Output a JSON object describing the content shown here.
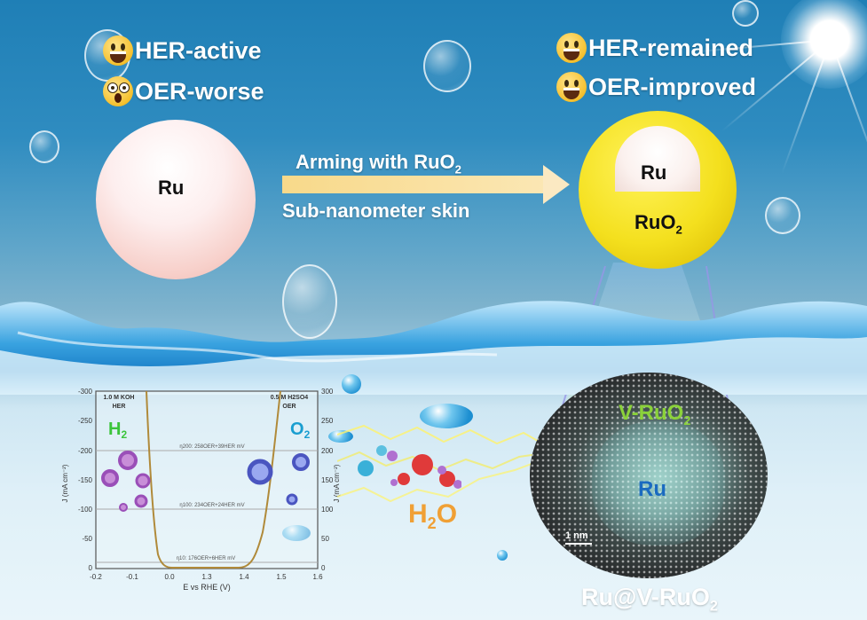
{
  "left_particle": {
    "label": "Ru",
    "status": [
      {
        "icon": "grinning-face-emoji",
        "text": "HER-active"
      },
      {
        "icon": "astonished-face-emoji",
        "text": "OER-worse"
      }
    ]
  },
  "arrow": {
    "top_text": "Arming with RuO",
    "top_sub": "2",
    "bottom_text": "Sub-nanometer skin"
  },
  "right_particle": {
    "core_label": "Ru",
    "shell_label": "RuO",
    "shell_sub": "2",
    "status": [
      {
        "icon": "grinning-face-emoji",
        "text": "HER-remained"
      },
      {
        "icon": "grinning-face-emoji",
        "text": "OER-improved"
      }
    ]
  },
  "molecule": {
    "label": "H",
    "sub": "2",
    "suffix": "O"
  },
  "tem_image": {
    "shell_label": "V-RuO",
    "shell_sub": "2",
    "core_label": "Ru",
    "scale_bar": "1 nm",
    "caption": "Ru@V-RuO",
    "caption_sub": "2"
  },
  "chart_data": {
    "type": "line",
    "title": "",
    "xlabel": "E vs RHE (V)",
    "ylabel_left": "J (mA cm⁻²)",
    "ylabel_right": "J (mA cm⁻²)",
    "x_ticks": [
      "-0.2",
      "-0.1",
      "0.0",
      "1.3",
      "1.4",
      "1.5",
      "1.6"
    ],
    "y_left_ticks": [
      "-300",
      "-250",
      "-200",
      "-150",
      "-100",
      "-50",
      "0"
    ],
    "y_right_ticks": [
      "300",
      "250",
      "200",
      "150",
      "100",
      "50",
      "0"
    ],
    "ylim_left": [
      -300,
      0
    ],
    "ylim_right": [
      0,
      300
    ],
    "annotations": {
      "left_condition": "1.0 M KOH",
      "left_reaction": "HER",
      "right_condition": "0.5 M H2SO4",
      "right_reaction": "OER",
      "left_gas": "H2",
      "right_gas": "O2",
      "eta_200": "η200: 258OER+39HER mV",
      "eta_100": "η100: 234OER+24HER mV",
      "eta_10": "η10: 176OER+6HER mV"
    },
    "reference_lines": [
      200,
      100,
      10
    ],
    "series": [
      {
        "name": "HER (1.0 M KOH)",
        "x": [
          -0.05,
          -0.04,
          -0.03,
          -0.02,
          -0.01,
          0.0
        ],
        "values": [
          -300,
          -200,
          -100,
          -50,
          -10,
          0
        ]
      },
      {
        "name": "OER (0.5 M H2SO4)",
        "x": [
          1.4,
          1.41,
          1.43,
          1.46,
          1.49,
          1.52
        ],
        "values": [
          0,
          10,
          50,
          100,
          200,
          300
        ]
      }
    ]
  }
}
